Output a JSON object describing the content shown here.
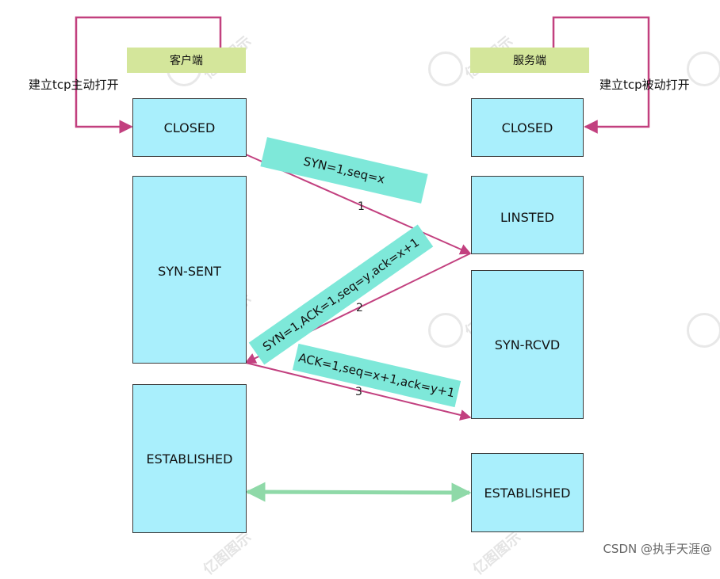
{
  "client": {
    "header": "客户端",
    "open_label": "建立tcp主动打开",
    "states": [
      "CLOSED",
      "SYN-SENT",
      "ESTABLISHED"
    ]
  },
  "server": {
    "header": "服务端",
    "open_label": "建立tcp被动打开",
    "states": [
      "CLOSED",
      "LINSTED",
      "SYN-RCVD",
      "ESTABLISHED"
    ]
  },
  "messages": [
    {
      "step": "1",
      "label": "SYN=1,seq=x"
    },
    {
      "step": "2",
      "label": "SYN=1,ACK=1,seq=y,ack=x+1"
    },
    {
      "step": "3",
      "label": "ACK=1,seq=x+1,ack=y+1"
    }
  ],
  "watermark": "亿图图示",
  "credit": "CSDN @执手天涯@",
  "colors": {
    "state_fill": "#a9effc",
    "header_fill": "#d4e69b",
    "tag_fill": "#7ee8d9",
    "arrow": "#c2407f",
    "established_arrow": "#8fd9a8"
  }
}
